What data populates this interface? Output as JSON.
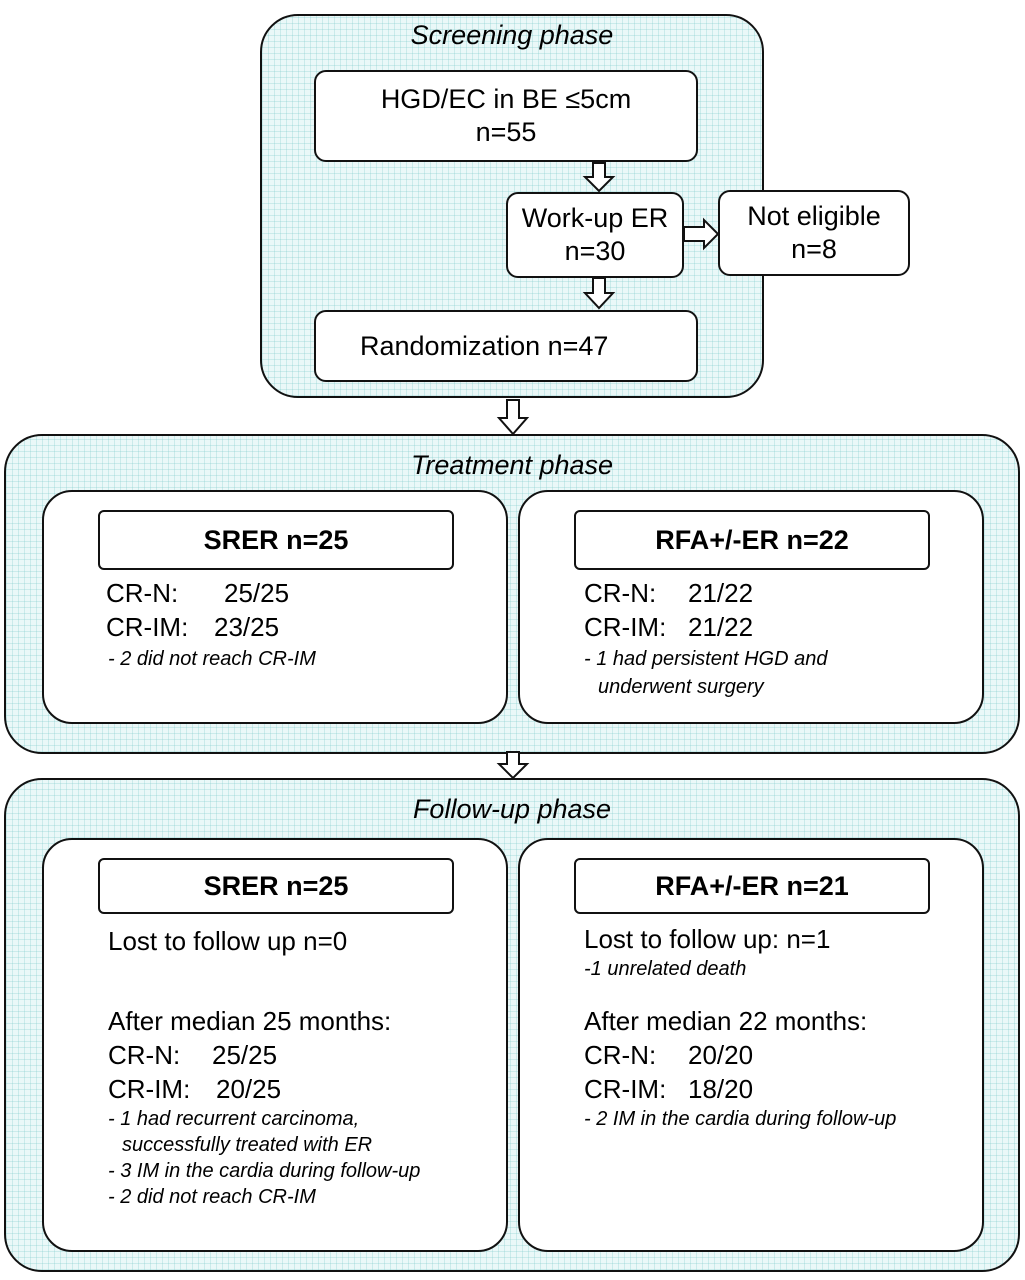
{
  "screening": {
    "title": "Screening phase",
    "hgd_line1": "HGD/EC in BE ≤5cm",
    "hgd_line2": "n=55",
    "workup_line1": "Work-up ER",
    "workup_line2": "n=30",
    "noteligible_line1": "Not eligible",
    "noteligible_line2": "n=8",
    "randomization": "Randomization n=47"
  },
  "treatment": {
    "title": "Treatment phase",
    "srer": {
      "header": "SRER n=25",
      "crn_label": "CR-N:",
      "crn_value": "25/25",
      "crim_label": "CR-IM:",
      "crim_value": "23/25",
      "note1": "- 2 did not reach CR-IM"
    },
    "rfa": {
      "header": "RFA+/-ER n=22",
      "crn_label": "CR-N:",
      "crn_value": "21/22",
      "crim_label": "CR-IM:",
      "crim_value": "21/22",
      "note1": "- 1 had persistent HGD and",
      "note2": "underwent surgery"
    }
  },
  "followup": {
    "title": "Follow-up phase",
    "srer": {
      "header": "SRER n=25",
      "lost": "Lost to follow up n=0",
      "median": "After median 25 months:",
      "crn_label": "CR-N:",
      "crn_value": "25/25",
      "crim_label": "CR-IM:",
      "crim_value": "20/25",
      "note1": "- 1 had recurrent carcinoma,",
      "note2": "successfully treated with ER",
      "note3": "- 3 IM in the cardia during follow-up",
      "note4": "- 2 did not reach CR-IM"
    },
    "rfa": {
      "header": "RFA+/-ER n=21",
      "lost": "Lost to follow up: n=1",
      "lost_note": "-1 unrelated death",
      "median": "After median 22 months:",
      "crn_label": "CR-N:",
      "crn_value": "20/20",
      "crim_label": "CR-IM:",
      "crim_value": "18/20",
      "note1": "- 2 IM in the cardia during follow-up"
    }
  }
}
